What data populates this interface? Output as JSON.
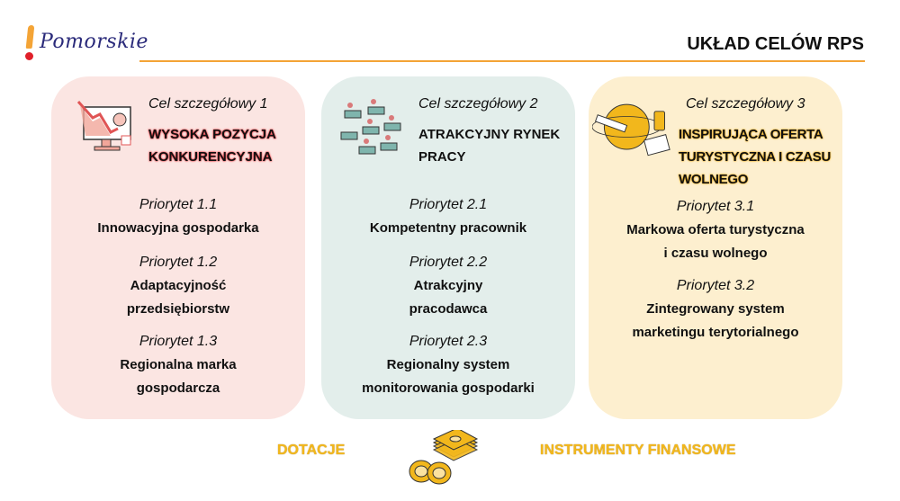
{
  "header": {
    "logo_text": "Pomorskie",
    "title": "UKŁAD CELÓW RPS"
  },
  "goals": [
    {
      "label": "Cel szczegółowy 1",
      "heading": [
        "WYSOKA POZYCJA",
        "KONKURENCYJNA"
      ],
      "priorities": [
        {
          "label": "Priorytet 1.1",
          "name": [
            "Innowacyjna gospodarka"
          ]
        },
        {
          "label": "Priorytet 1.2",
          "name": [
            "Adaptacyjność",
            "przedsiębiorstw"
          ]
        },
        {
          "label": "Priorytet 1.3",
          "name": [
            "Regionalna marka",
            "gospodarcza"
          ]
        }
      ]
    },
    {
      "label": "Cel szczegółowy 2",
      "heading": [
        "ATRAKCYJNY RYNEK",
        "PRACY"
      ],
      "priorities": [
        {
          "label": "Priorytet 2.1",
          "name": [
            "Kompetentny pracownik"
          ]
        },
        {
          "label": "Priorytet 2.2",
          "name": [
            "Atrakcyjny",
            "pracodawca"
          ]
        },
        {
          "label": "Priorytet 2.3",
          "name": [
            "Regionalny system",
            "monitorowania gospodarki"
          ]
        }
      ]
    },
    {
      "label": "Cel szczegółowy 3",
      "heading": [
        "INSPIRUJĄCA OFERTA",
        "TURYSTYCZNA I CZASU",
        "WOLNEGO"
      ],
      "priorities": [
        {
          "label": "Priorytet 3.1",
          "name": [
            "Markowa oferta turystyczna",
            "i czasu wolnego"
          ]
        },
        {
          "label": "Priorytet 3.2",
          "name": [
            "Zintegrowany system",
            "marketingu terytorialnego"
          ]
        }
      ]
    }
  ],
  "footer": {
    "left": "DOTACJE",
    "right": "INSTRUMENTY FINANSOWE"
  },
  "colors": {
    "accent": "#f4a436",
    "panel1": "#fbe5e2",
    "panel2": "#e3eeeb",
    "panel3": "#fdefcf",
    "gold": "#f2b71c"
  }
}
